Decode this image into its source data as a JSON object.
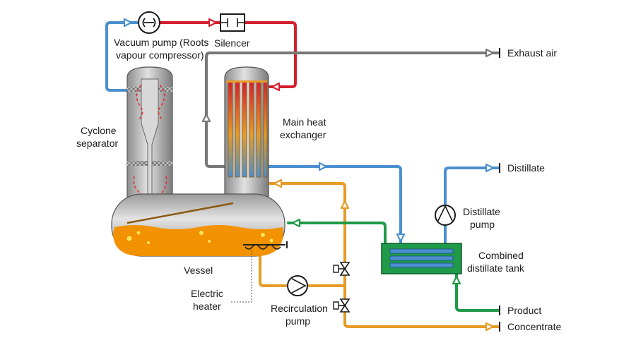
{
  "labels": {
    "vacuum_pump_1": "Vacuum pump (Roots",
    "vacuum_pump_2": "vapour compressor)",
    "silencer": "Silencer",
    "exhaust_air": "Exhaust air",
    "cyclone_1": "Cyclone",
    "cyclone_2": "separator",
    "main_hx_1": "Main heat",
    "main_hx_2": "exchanger",
    "distillate": "Distillate",
    "distillate_pump_1": "Distillate",
    "distillate_pump_2": "pump",
    "combined_tank_1": "Combined",
    "combined_tank_2": "distillate tank",
    "vessel": "Vessel",
    "electric_heater_1": "Electric",
    "electric_heater_2": "heater",
    "recirculation_pump_1": "Recirculation",
    "recirculation_pump_2": "pump",
    "product": "Product",
    "concentrate": "Concentrate"
  },
  "colors": {
    "vapour_line": "#d4202e",
    "cool_line": "#4a8fcf",
    "exhaust_line": "#777777",
    "concentrate_line": "#e59b26",
    "product_line": "#1f9a48",
    "liquid": "#f39200",
    "tank_fill": "#1f9a48"
  }
}
